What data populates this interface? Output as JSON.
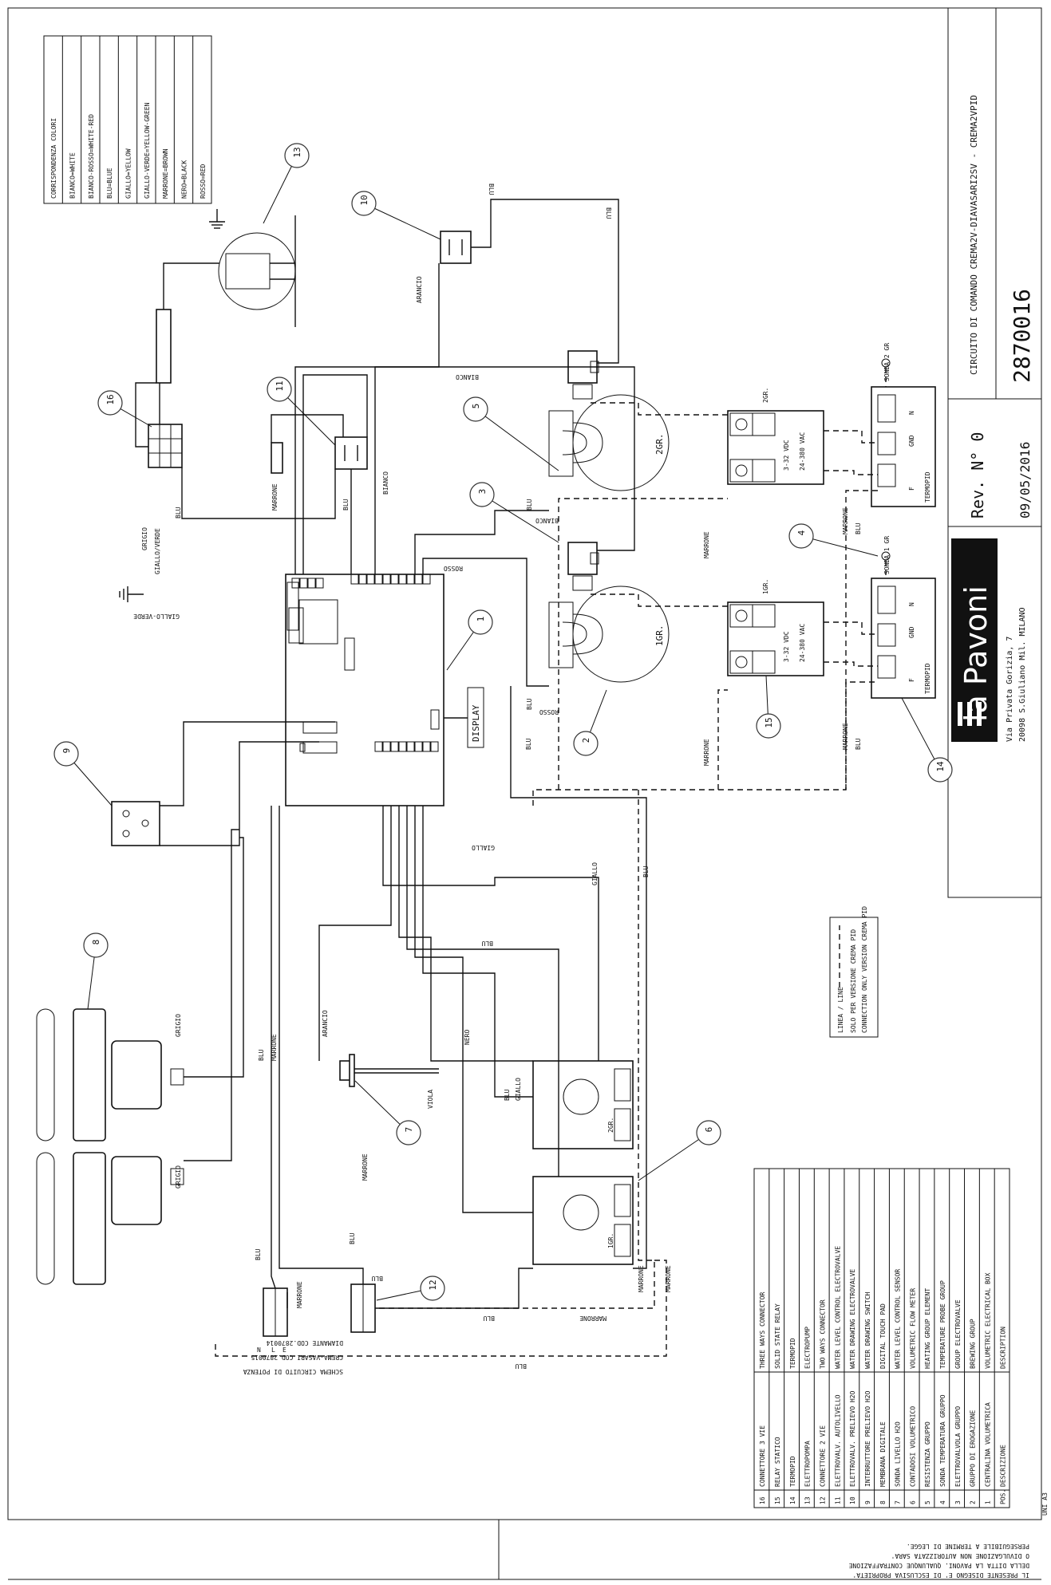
{
  "title_block": {
    "drawing_title": "CIRCUITO DI COMANDO CREMA2V-DIAVASARI2SV - CREMA2VPID",
    "drawing_number": "2870016",
    "revision": "Rev. N° 0",
    "date": "09/05/2016",
    "brand": "la Pavoni",
    "address_line1": "Via Privata Gorizia, 7",
    "address_line2": "20098 S.Giuliano Mil. MILANO"
  },
  "color_legend": {
    "header": "CORRISPONDENZA COLORI",
    "rows": [
      "BIANCO=WHITE",
      "BIANCO-ROSSO=WHITE-RED",
      "BLU=BLUE",
      "GIALLO=YELLOW",
      "GIALLO-VERDE=YELLOW-GREEN",
      "MARRONE=BROWN",
      "NERO=BLACK",
      "ROSSO=RED"
    ]
  },
  "components": {
    "headers": [
      "POS.",
      "DESCRIZIONE",
      "DESCRIPTION"
    ],
    "rows": [
      {
        "pos": "16",
        "it": "CONNETTORE 3 VIE",
        "en": "THREE WAYS CONNECTOR"
      },
      {
        "pos": "15",
        "it": "RELAY STATICO",
        "en": "SOLID STATE RELAY"
      },
      {
        "pos": "14",
        "it": "TERMOPID",
        "en": "TERMOPID"
      },
      {
        "pos": "13",
        "it": "ELETTROPOMPA",
        "en": "ELECTROPUMP"
      },
      {
        "pos": "12",
        "it": "CONNETTORE 2 VIE",
        "en": "TWO WAYS CONNECTOR"
      },
      {
        "pos": "11",
        "it": "ELETTROVALV. AUTOLIVELLO",
        "en": "WATER LEVEL CONTROL ELECTROVALVE"
      },
      {
        "pos": "10",
        "it": "ELETTROVALV. PRELIEVO H2O",
        "en": "WATER DRAWING ELECTROVALVE"
      },
      {
        "pos": "9",
        "it": "INTERRUTTORE PRELIEVO H2O",
        "en": "WATER DRAWING SWITCH"
      },
      {
        "pos": "8",
        "it": "MEMBRANA DIGITALE",
        "en": "DIGITAL TOUCH PAD"
      },
      {
        "pos": "7",
        "it": "SONDA LIVELLO H2O",
        "en": "WATER LEVEL CONTROL SENSOR"
      },
      {
        "pos": "6",
        "it": "CONTADOSI VOLUMETRICO",
        "en": "VOLUMETRIC FLOW METER"
      },
      {
        "pos": "5",
        "it": "RESISTENZA GRUPPO",
        "en": "HEATING GROUP ELEMENT"
      },
      {
        "pos": "4",
        "it": "SONDA TEMPERATURA GRUPPO",
        "en": "TEMPERATURE PROBE GROUP"
      },
      {
        "pos": "3",
        "it": "ELETTROVALVOLA GRUPPO",
        "en": "GROUP ELECTROVALVE"
      },
      {
        "pos": "2",
        "it": "GRUPPO DI EROGAZIONE",
        "en": "BREWING GROUP"
      },
      {
        "pos": "1",
        "it": "CENTRALINA VOLUMETRICA",
        "en": "VOLUMETRIC ELECTRICAL BOX"
      }
    ]
  },
  "line_legend": {
    "title": "LINEA / LINE",
    "desc1": "SOLO PER VERSIONE CREMA PID",
    "desc2": "CONNECTION ONLY VERSION CREMA PID"
  },
  "power_note": {
    "line1": "SCHEMA CIRCUITO DI POTENZA",
    "line2": "CREMA-VASARI COD.2870015",
    "line3": "DIAMANTE COD.2870014"
  },
  "copyright": {
    "line1": "IL PRESENTE DISEGNO E' DI ESCLUSIVA PROPRIETA'",
    "line2": "DELLA DITTA LA PAVONI. QUALUNQUE CONTRAFFAZIONE",
    "line3": "O DIVULGAZIONE NON AUTORIZZATA SARA'",
    "line4": "PERSEGUIBILE A TERMINE DI LEGGE."
  },
  "sheet_format": "UNI A3",
  "labels": {
    "display": "DISPLAY",
    "gr1": "1GR.",
    "gr2": "2GR.",
    "sonda1": "SONDA 1 GR",
    "sonda2": "SONDA 2 GR",
    "gnd": "GND",
    "f": "F",
    "n": "N",
    "ssr_in": "3-32 VDC",
    "ssr_out": "24-380 VAC",
    "pid_label": "TERMOPID",
    "con_n": "N",
    "con_l": "L",
    "con_e": "E"
  },
  "wire_labels": {
    "blu": "BLU",
    "marrone": "MARRONE",
    "bianco": "BIANCO",
    "rosso": "ROSSO",
    "arancio": "ARANCIO",
    "giallo": "GIALLO",
    "nero": "NERO",
    "viola": "VIOLA",
    "grigio": "GRIGIO",
    "giallo_verde": "GIALLO/VERDE",
    "giallo_verde2": "GIALLO-VERDE"
  },
  "balloons": [
    "1",
    "2",
    "3",
    "4",
    "5",
    "6",
    "7",
    "8",
    "9",
    "10",
    "11",
    "12",
    "13",
    "14",
    "15",
    "16"
  ]
}
